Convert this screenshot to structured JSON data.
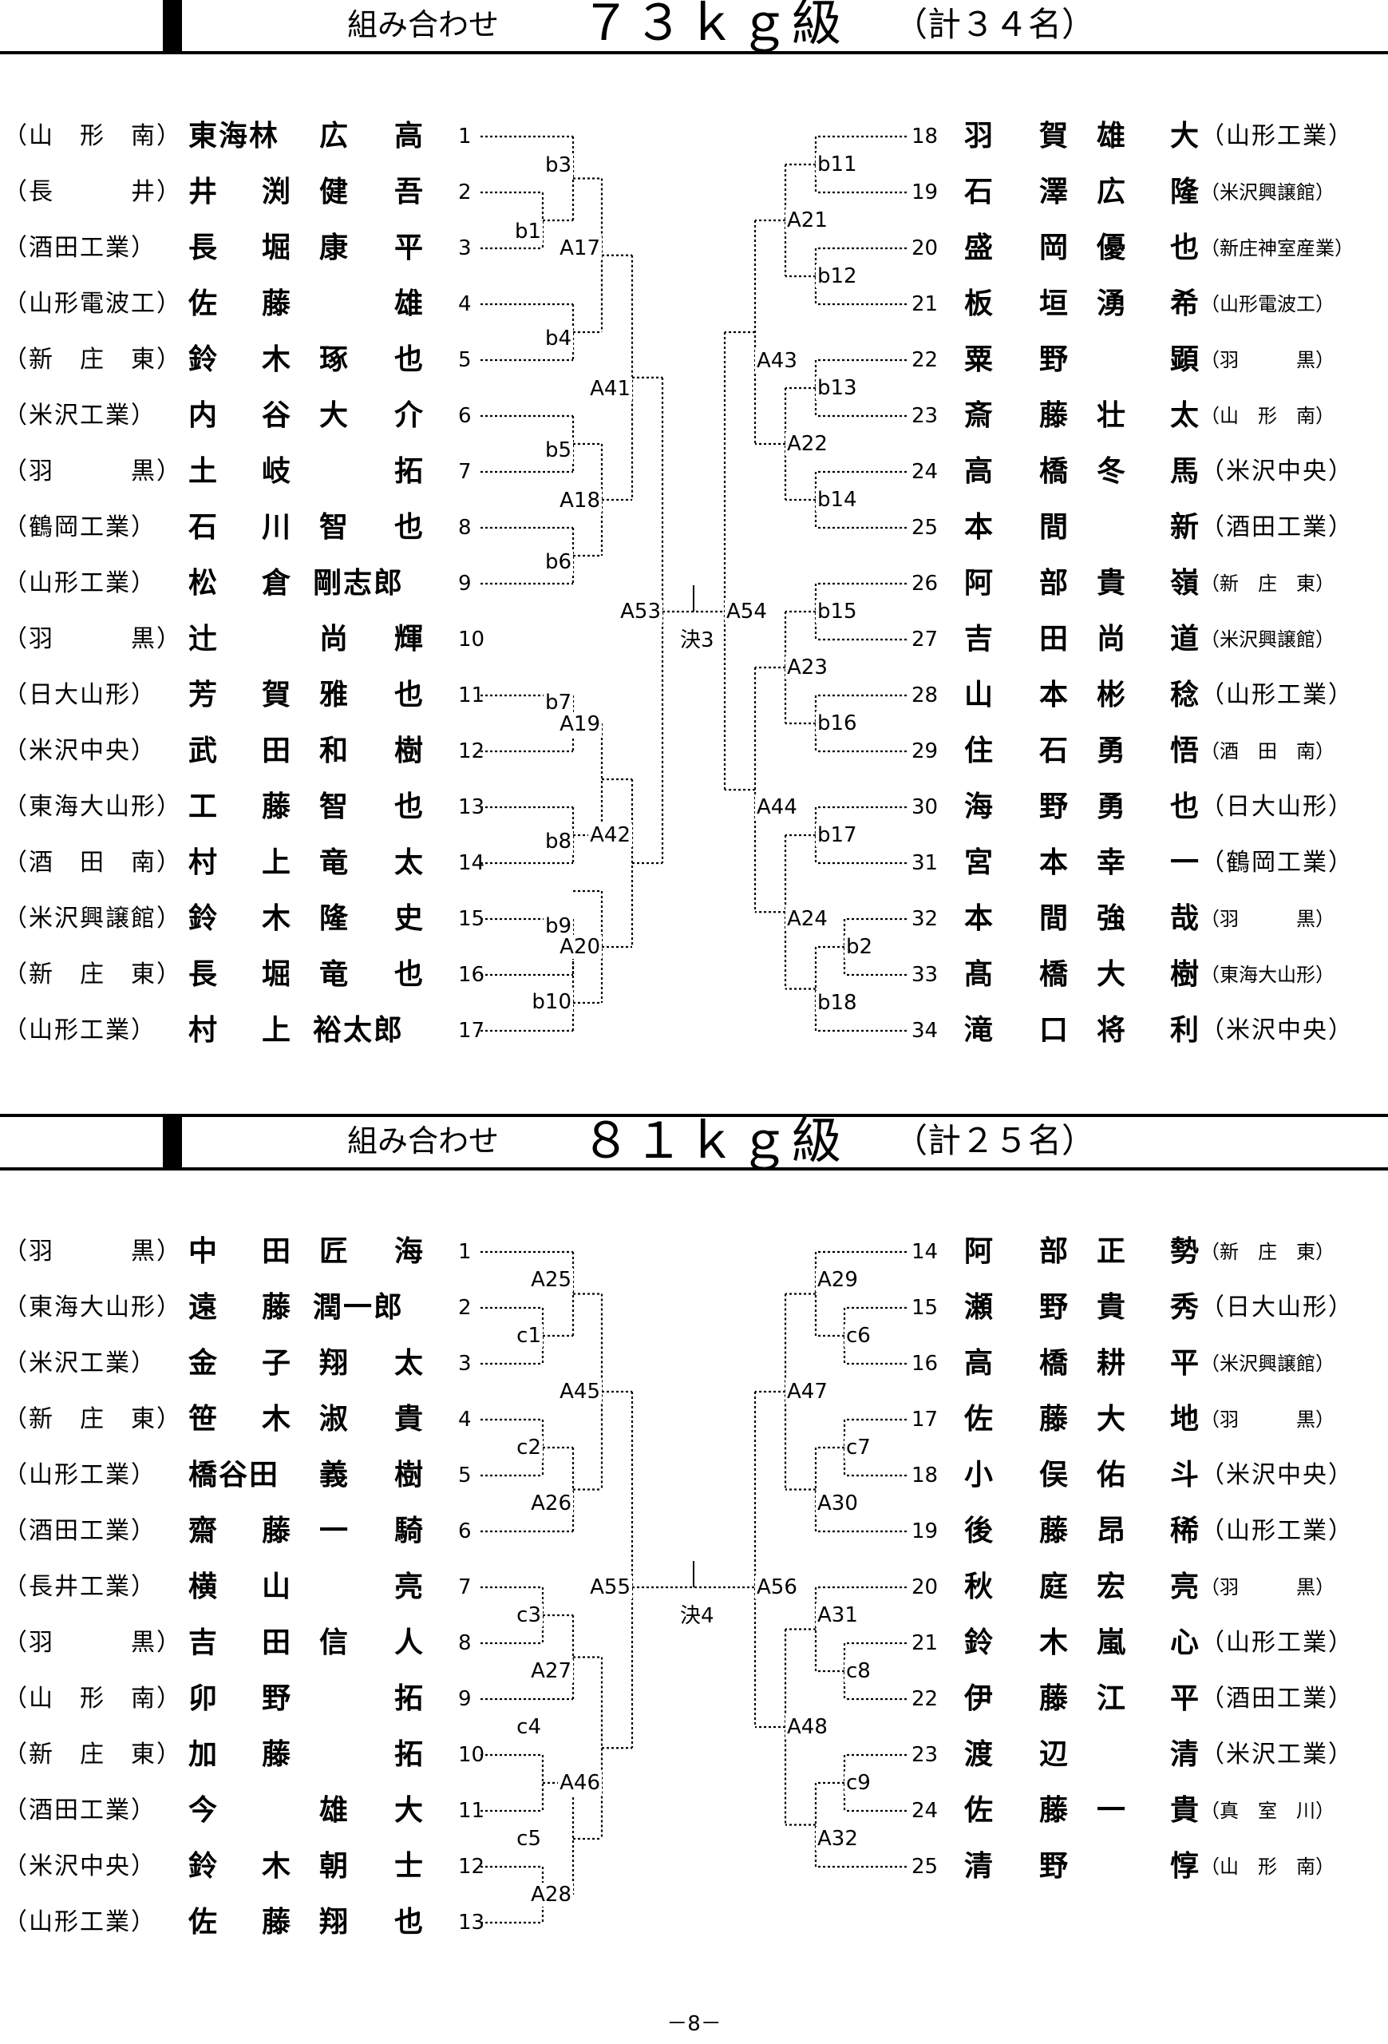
{
  "sections": [
    {
      "label": "組み合わせ",
      "weight": "７３ｋｇ級",
      "count": "（計３４名）",
      "left": [
        {
          "aff": "（山　形　南）",
          "n": [
            "東海林",
            "広",
            "高"
          ],
          "num": "1"
        },
        {
          "aff": "（長　　　井）",
          "n": [
            "井",
            "渕",
            "健",
            "吾"
          ],
          "num": "2"
        },
        {
          "aff": "（酒田工業）",
          "n": [
            "長",
            "堀",
            "康",
            "平"
          ],
          "num": "3"
        },
        {
          "aff": "（山形電波工）",
          "n": [
            "佐",
            "藤",
            "",
            "雄"
          ],
          "num": "4"
        },
        {
          "aff": "（新　庄　東）",
          "n": [
            "鈴",
            "木",
            "琢",
            "也"
          ],
          "num": "5"
        },
        {
          "aff": "（米沢工業）",
          "n": [
            "内",
            "谷",
            "大",
            "介"
          ],
          "num": "6"
        },
        {
          "aff": "（羽　　　黒）",
          "n": [
            "土",
            "岐",
            "",
            "拓"
          ],
          "num": "7"
        },
        {
          "aff": "（鶴岡工業）",
          "n": [
            "石",
            "川",
            "智",
            "也"
          ],
          "num": "8"
        },
        {
          "aff": "（山形工業）",
          "n": [
            "松",
            "倉",
            "剛志郎"
          ],
          "num": "9"
        },
        {
          "aff": "（羽　　　黒）",
          "n": [
            "辻",
            "",
            "尚",
            "輝"
          ],
          "num": "10"
        },
        {
          "aff": "（日大山形）",
          "n": [
            "芳",
            "賀",
            "雅",
            "也"
          ],
          "num": "11"
        },
        {
          "aff": "（米沢中央）",
          "n": [
            "武",
            "田",
            "和",
            "樹"
          ],
          "num": "12"
        },
        {
          "aff": "（東海大山形）",
          "n": [
            "工",
            "藤",
            "智",
            "也"
          ],
          "num": "13"
        },
        {
          "aff": "（酒　田　南）",
          "n": [
            "村",
            "上",
            "竜",
            "太"
          ],
          "num": "14"
        },
        {
          "aff": "（米沢興譲館）",
          "n": [
            "鈴",
            "木",
            "隆",
            "史"
          ],
          "num": "15"
        },
        {
          "aff": "（新　庄　東）",
          "n": [
            "長",
            "堀",
            "竜",
            "也"
          ],
          "num": "16"
        },
        {
          "aff": "（山形工業）",
          "n": [
            "村",
            "上",
            "裕太郎"
          ],
          "num": "17"
        }
      ],
      "right": [
        {
          "num": "18",
          "n": [
            "羽",
            "賀",
            "雄",
            "大"
          ],
          "aff": "（山形工業）"
        },
        {
          "num": "19",
          "n": [
            "石",
            "澤",
            "広",
            "隆"
          ],
          "aff": "（米沢興譲館）"
        },
        {
          "num": "20",
          "n": [
            "盛",
            "岡",
            "優",
            "也"
          ],
          "aff": "（新庄神室産業）"
        },
        {
          "num": "21",
          "n": [
            "板",
            "垣",
            "湧",
            "希"
          ],
          "aff": "（山形電波工）"
        },
        {
          "num": "22",
          "n": [
            "粟",
            "野",
            "",
            "顕"
          ],
          "aff": "（羽　　　黒）"
        },
        {
          "num": "23",
          "n": [
            "斎",
            "藤",
            "壮",
            "太"
          ],
          "aff": "（山　形　南）"
        },
        {
          "num": "24",
          "n": [
            "高",
            "橋",
            "冬",
            "馬"
          ],
          "aff": "（米沢中央）"
        },
        {
          "num": "25",
          "n": [
            "本",
            "間",
            "",
            "新"
          ],
          "aff": "（酒田工業）"
        },
        {
          "num": "26",
          "n": [
            "阿",
            "部",
            "貴",
            "嶺"
          ],
          "aff": "（新　庄　東）"
        },
        {
          "num": "27",
          "n": [
            "吉",
            "田",
            "尚",
            "道"
          ],
          "aff": "（米沢興譲館）"
        },
        {
          "num": "28",
          "n": [
            "山",
            "本",
            "彬",
            "稔"
          ],
          "aff": "（山形工業）"
        },
        {
          "num": "29",
          "n": [
            "住",
            "石",
            "勇",
            "悟"
          ],
          "aff": "（酒　田　南）"
        },
        {
          "num": "30",
          "n": [
            "海",
            "野",
            "勇",
            "也"
          ],
          "aff": "（日大山形）"
        },
        {
          "num": "31",
          "n": [
            "宮",
            "本",
            "幸",
            "一"
          ],
          "aff": "（鶴岡工業）"
        },
        {
          "num": "32",
          "n": [
            "本",
            "間",
            "強",
            "哉"
          ],
          "aff": "（羽　　　黒）"
        },
        {
          "num": "33",
          "n": [
            "髙",
            "橋",
            "大",
            "樹"
          ],
          "aff": "（東海大山形）"
        },
        {
          "num": "34",
          "n": [
            "滝",
            "口",
            "将",
            "利"
          ],
          "aff": "（米沢中央）"
        }
      ],
      "matches": {
        "b3": "b3",
        "b1": "b1",
        "b4": "b4",
        "b5": "b5",
        "b6": "b6",
        "b7": "b7",
        "b8": "b8",
        "b9": "b9",
        "b10": "b10",
        "A17": "A17",
        "A18": "A18",
        "A19": "A19",
        "A20": "A20",
        "A41": "A41",
        "A42": "A42",
        "A53": "A53",
        "b11": "b11",
        "b12": "b12",
        "b13": "b13",
        "b14": "b14",
        "b15": "b15",
        "b16": "b16",
        "b17": "b17",
        "b2": "b2",
        "b18": "b18",
        "A21": "A21",
        "A22": "A22",
        "A23": "A23",
        "A24": "A24",
        "A43": "A43",
        "A44": "A44",
        "A54": "A54",
        "final": "決3"
      }
    },
    {
      "label": "組み合わせ",
      "weight": "８１ｋｇ級",
      "count": "（計２５名）",
      "left": [
        {
          "aff": "（羽　　　黒）",
          "n": [
            "中",
            "田",
            "匠",
            "海"
          ],
          "num": "1"
        },
        {
          "aff": "（東海大山形）",
          "n": [
            "遠",
            "藤",
            "潤一郎"
          ],
          "num": "2"
        },
        {
          "aff": "（米沢工業）",
          "n": [
            "金",
            "子",
            "翔",
            "太"
          ],
          "num": "3"
        },
        {
          "aff": "（新　庄　東）",
          "n": [
            "笹",
            "木",
            "淑",
            "貴"
          ],
          "num": "4"
        },
        {
          "aff": "（山形工業）",
          "n": [
            "橋谷田",
            "義",
            "樹"
          ],
          "num": "5"
        },
        {
          "aff": "（酒田工業）",
          "n": [
            "齋",
            "藤",
            "一",
            "騎"
          ],
          "num": "6"
        },
        {
          "aff": "（長井工業）",
          "n": [
            "横",
            "山",
            "",
            "亮"
          ],
          "num": "7"
        },
        {
          "aff": "（羽　　　黒）",
          "n": [
            "吉",
            "田",
            "信",
            "人"
          ],
          "num": "8"
        },
        {
          "aff": "（山　形　南）",
          "n": [
            "卯",
            "野",
            "",
            "拓"
          ],
          "num": "9"
        },
        {
          "aff": "（新　庄　東）",
          "n": [
            "加",
            "藤",
            "",
            "拓"
          ],
          "num": "10"
        },
        {
          "aff": "（酒田工業）",
          "n": [
            "今",
            "",
            "雄",
            "大"
          ],
          "num": "11"
        },
        {
          "aff": "（米沢中央）",
          "n": [
            "鈴",
            "木",
            "朝",
            "士"
          ],
          "num": "12"
        },
        {
          "aff": "（山形工業）",
          "n": [
            "佐",
            "藤",
            "翔",
            "也"
          ],
          "num": "13"
        }
      ],
      "right": [
        {
          "num": "14",
          "n": [
            "阿",
            "部",
            "正",
            "勢"
          ],
          "aff": "（新　庄　東）"
        },
        {
          "num": "15",
          "n": [
            "瀬",
            "野",
            "貴",
            "秀"
          ],
          "aff": "（日大山形）"
        },
        {
          "num": "16",
          "n": [
            "高",
            "橋",
            "耕",
            "平"
          ],
          "aff": "（米沢興譲館）"
        },
        {
          "num": "17",
          "n": [
            "佐",
            "藤",
            "大",
            "地"
          ],
          "aff": "（羽　　　黒）"
        },
        {
          "num": "18",
          "n": [
            "小",
            "俣",
            "佑",
            "斗"
          ],
          "aff": "（米沢中央）"
        },
        {
          "num": "19",
          "n": [
            "後",
            "藤",
            "昂",
            "稀"
          ],
          "aff": "（山形工業）"
        },
        {
          "num": "20",
          "n": [
            "秋",
            "庭",
            "宏",
            "亮"
          ],
          "aff": "（羽　　　黒）"
        },
        {
          "num": "21",
          "n": [
            "鈴",
            "木",
            "嵐",
            "心"
          ],
          "aff": "（山形工業）"
        },
        {
          "num": "22",
          "n": [
            "伊",
            "藤",
            "江",
            "平"
          ],
          "aff": "（酒田工業）"
        },
        {
          "num": "23",
          "n": [
            "渡",
            "辺",
            "",
            "清"
          ],
          "aff": "（米沢工業）"
        },
        {
          "num": "24",
          "n": [
            "佐",
            "藤",
            "一",
            "貴"
          ],
          "aff": "（真　室　川）"
        },
        {
          "num": "25",
          "n": [
            "清",
            "野",
            "",
            "惇"
          ],
          "aff": "（山　形　南）"
        }
      ],
      "matches": {
        "A25": "A25",
        "c1": "c1",
        "c2": "c2",
        "A26": "A26",
        "A45": "A45",
        "c3": "c3",
        "A27": "A27",
        "c4": "c4",
        "c5": "c5",
        "A28": "A28",
        "A46": "A46",
        "A55": "A55",
        "A29": "A29",
        "c6": "c6",
        "A47": "A47",
        "c7": "c7",
        "A30": "A30",
        "A31": "A31",
        "c8": "c8",
        "A48": "A48",
        "c9": "c9",
        "A32": "A32",
        "A56": "A56",
        "final": "決4"
      }
    }
  ],
  "footer": "－8－"
}
